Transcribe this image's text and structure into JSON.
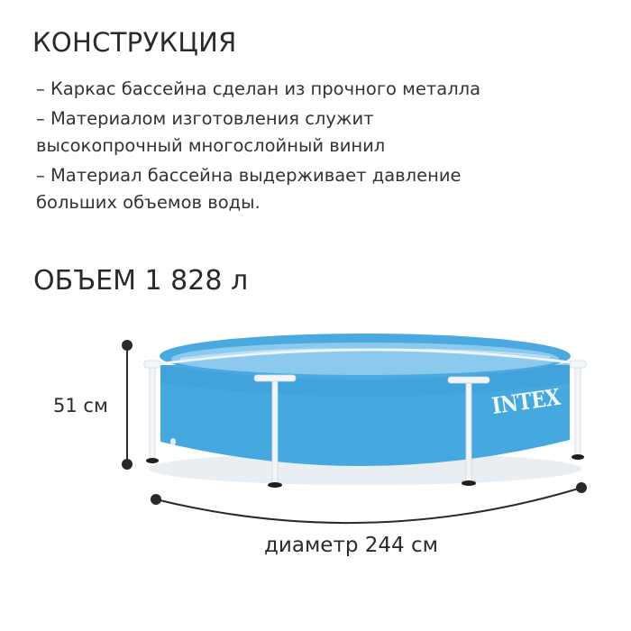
{
  "heading": "КОНСТРУКЦИЯ",
  "bullets": [
    [
      "– Каркас бассейна сделан из прочного металла"
    ],
    [
      "– Материалом изготовления служит",
      "высокопрочный многослойный винил"
    ],
    [
      "– Материал бассейна выдерживает давление",
      "больших объемов воды."
    ]
  ],
  "volume": "ОБЪЕМ 1 828 л",
  "dimensions": {
    "height": "51 см",
    "diameter": "диаметр 244 см"
  },
  "product": {
    "brand": "INTEX",
    "image": "pool-icon"
  },
  "colors": {
    "pool_blue": "#45a9e0",
    "pool_dark": "#2f8fcf",
    "water": "#8cc9ee",
    "frame": "#f2f6f8",
    "dimension_line": "#2a2a2a"
  }
}
